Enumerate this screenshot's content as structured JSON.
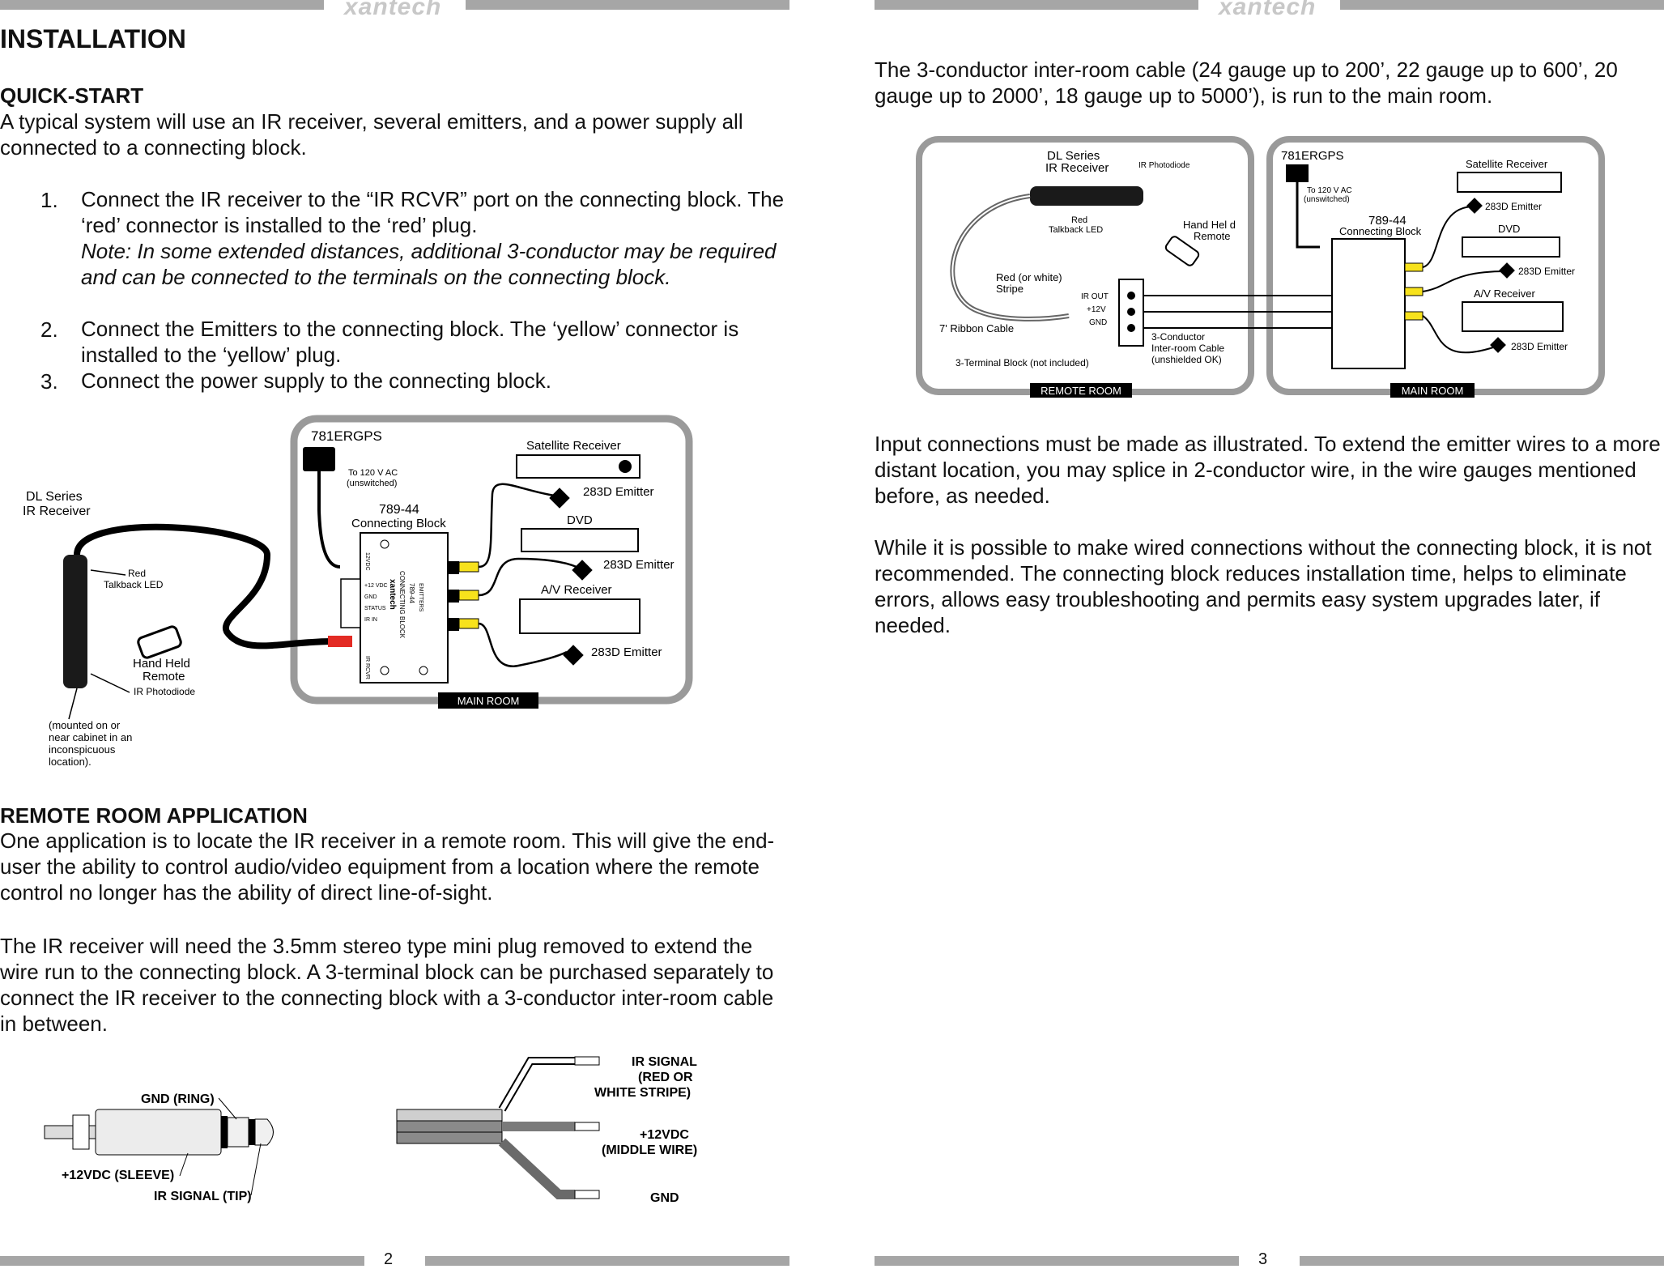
{
  "brand": "xantech",
  "page_left": {
    "number": "2",
    "title": "INSTALLATION",
    "quickstart_heading": "QUICK-START",
    "quickstart_intro": "A typical system will use an IR receiver, several emitters, and a power supply all connected to a connecting block.",
    "steps": [
      {
        "num": "1.",
        "text": "Connect the IR receiver to the “IR RCVR” port on the connecting block. The ‘red’ connector is installed to the ‘red’ plug.",
        "note": "Note: In some extended distances, additional 3-conductor may be required and can be connected to the terminals on the connecting block."
      },
      {
        "num": "2.",
        "text": "Connect the Emitters to the connecting block. The ‘yellow’ connector is installed to the ‘yellow’ plug.",
        "note": ""
      },
      {
        "num": "3.",
        "text": "Connect the power supply to the connecting block.",
        "note": ""
      }
    ],
    "diagram1": {
      "power_supply": "781ERGPS",
      "power_note_1": "To 120 V AC",
      "power_note_2": "(unswitched)",
      "receiver_series_1": "DL Series",
      "receiver_series_2": "IR Receiver",
      "red_led_1": "Red",
      "red_led_2": "Talkback LED",
      "remote_1": "Hand Held",
      "remote_2": "Remote",
      "photodiode": "IR Photodiode",
      "mount_note": [
        "(mounted on or",
        "near cabinet  in an",
        "inconspicuous",
        "location)."
      ],
      "block_model": "789-44",
      "block_name": "Connecting Block",
      "block_face_1": "CONNECTING BLOCK",
      "block_face_2": "789-44",
      "block_face_brand": "xantech",
      "block_emitters": "EMITTERS",
      "block_terms": [
        "+12 VDC",
        "GND",
        "STATUS",
        "IR IN"
      ],
      "block_port_top": "12VDC",
      "block_port_bot": "IR RCVR",
      "sat": "Satellite  Receiver",
      "dvd": "DVD",
      "av": "A/V Receiver",
      "emitter": "283D Emitter",
      "room": "MAIN ROOM"
    },
    "remote_heading": "REMOTE ROOM APPLICATION",
    "remote_p1": "One application is to locate the IR receiver in a remote room. This will give the end-user the ability to control audio/video equipment from a location where the remote control no longer has the ability of direct line-of-sight.",
    "remote_p2": "The IR receiver will need the 3.5mm stereo type mini plug removed to extend the wire run to the connecting block. A 3-terminal block can be purchased separately to connect the IR receiver to the connecting block with a 3-conductor inter-room cable in between.",
    "plug": {
      "gnd": "GND (RING)",
      "sleeve": "+12VDC (SLEEVE)",
      "tip": "IR SIGNAL (TIP)"
    },
    "wires": {
      "w1_1": "IR SIGNAL",
      "w1_2": "(RED OR",
      "w1_3": "WHITE STRIPE)",
      "w2_1": "+12VDC",
      "w2_2": "(MIDDLE WIRE)",
      "w3": "GND"
    }
  },
  "page_right": {
    "number": "3",
    "cable_text": "The 3-conductor inter-room cable (24 gauge up to 200’, 22 gauge up to 600’, 20 gauge up to 2000’, 18 gauge up to 5000’), is run to the main room.",
    "diagram2": {
      "receiver_series_1": "DL Series",
      "receiver_series_2": "IR Receiver",
      "photodiode": "IR Photodiode",
      "red_led_1": "Red",
      "red_led_2": "Talkback LED",
      "remote_1": "Hand Hel d",
      "remote_2": "Remote",
      "stripe_1": "Red (or white)",
      "stripe_2": "Stripe",
      "ribbon": "7' Ribbon Cable",
      "terminal_block": "3-Terminal Block (not included)",
      "term_labels": [
        "IR OUT",
        "+12V",
        "GND"
      ],
      "cable_1": "3-Conductor",
      "cable_2": "Inter-room Cable",
      "cable_3": "(unshielded OK)",
      "remote_room": "REMOTE ROOM",
      "power_supply": "781ERGPS",
      "power_note_1": "To 120 V AC",
      "power_note_2": "(unswitched)",
      "block_model": "789-44",
      "block_name": "Connecting Block",
      "sat": "Satellite  Receiver",
      "dvd": "DVD",
      "av": "A/V Receiver",
      "emitter": "283D Emitter",
      "main_room": "MAIN ROOM"
    },
    "input_text": "Input connections must be made as illustrated. To extend the emitter wires to a more distant location, you may splice in 2-conductor wire, in the wire gauges mentioned before, as needed.",
    "recommend_text": "While it is possible to make wired connections without the connecting block, it is not recommended. The connecting block reduces installation time, helps to eliminate errors, allows easy troubleshooting and permits easy system upgrades later, if needed."
  }
}
